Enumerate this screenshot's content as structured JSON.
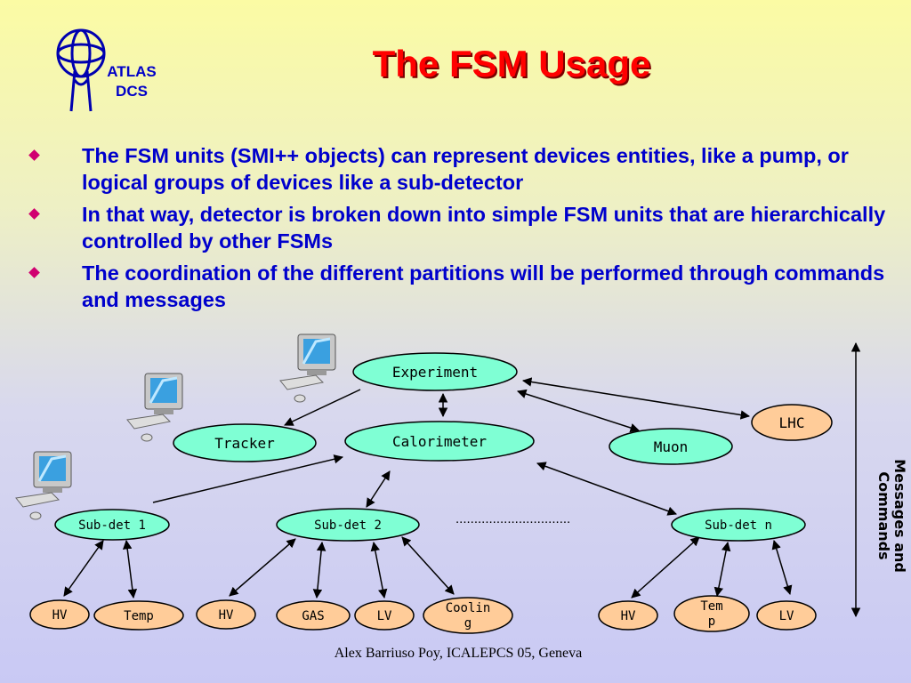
{
  "header": {
    "logo_line1": "ATLAS",
    "logo_line2": "DCS",
    "title": "The FSM Usage"
  },
  "bullets": [
    "The FSM units (SMI++ objects) can represent devices entities, like a pump, or logical groups of devices like a sub-detector",
    "In that way, detector is broken down into simple FSM units that are hierarchically controlled by other FSMs",
    "The coordination of the different partitions will be performed through commands and messages"
  ],
  "diagram": {
    "experiment": "Experiment",
    "tracker": "Tracker",
    "calorimeter": "Calorimeter",
    "muon": "Muon",
    "lhc": "LHC",
    "subdet1": "Sub-det 1",
    "subdet2": "Sub-det 2",
    "subdetn": "Sub-det n",
    "ellipsis": "...............................",
    "leaves": {
      "hv1": "HV",
      "temp1": "Temp",
      "hv2": "HV",
      "gas": "GAS",
      "lv2": "LV",
      "cooling_a": "Coolin",
      "cooling_b": "g",
      "hvn": "HV",
      "tempn_a": "Tem",
      "tempn_b": "p",
      "lvn": "LV"
    },
    "side_label": "Messages and Commands",
    "colors": {
      "fsm_node": "#7fffd4",
      "device_node": "#ffcc99",
      "arrow": "#000000"
    }
  },
  "footer": "Alex Barriuso Poy, ICALEPCS 05, Geneva"
}
